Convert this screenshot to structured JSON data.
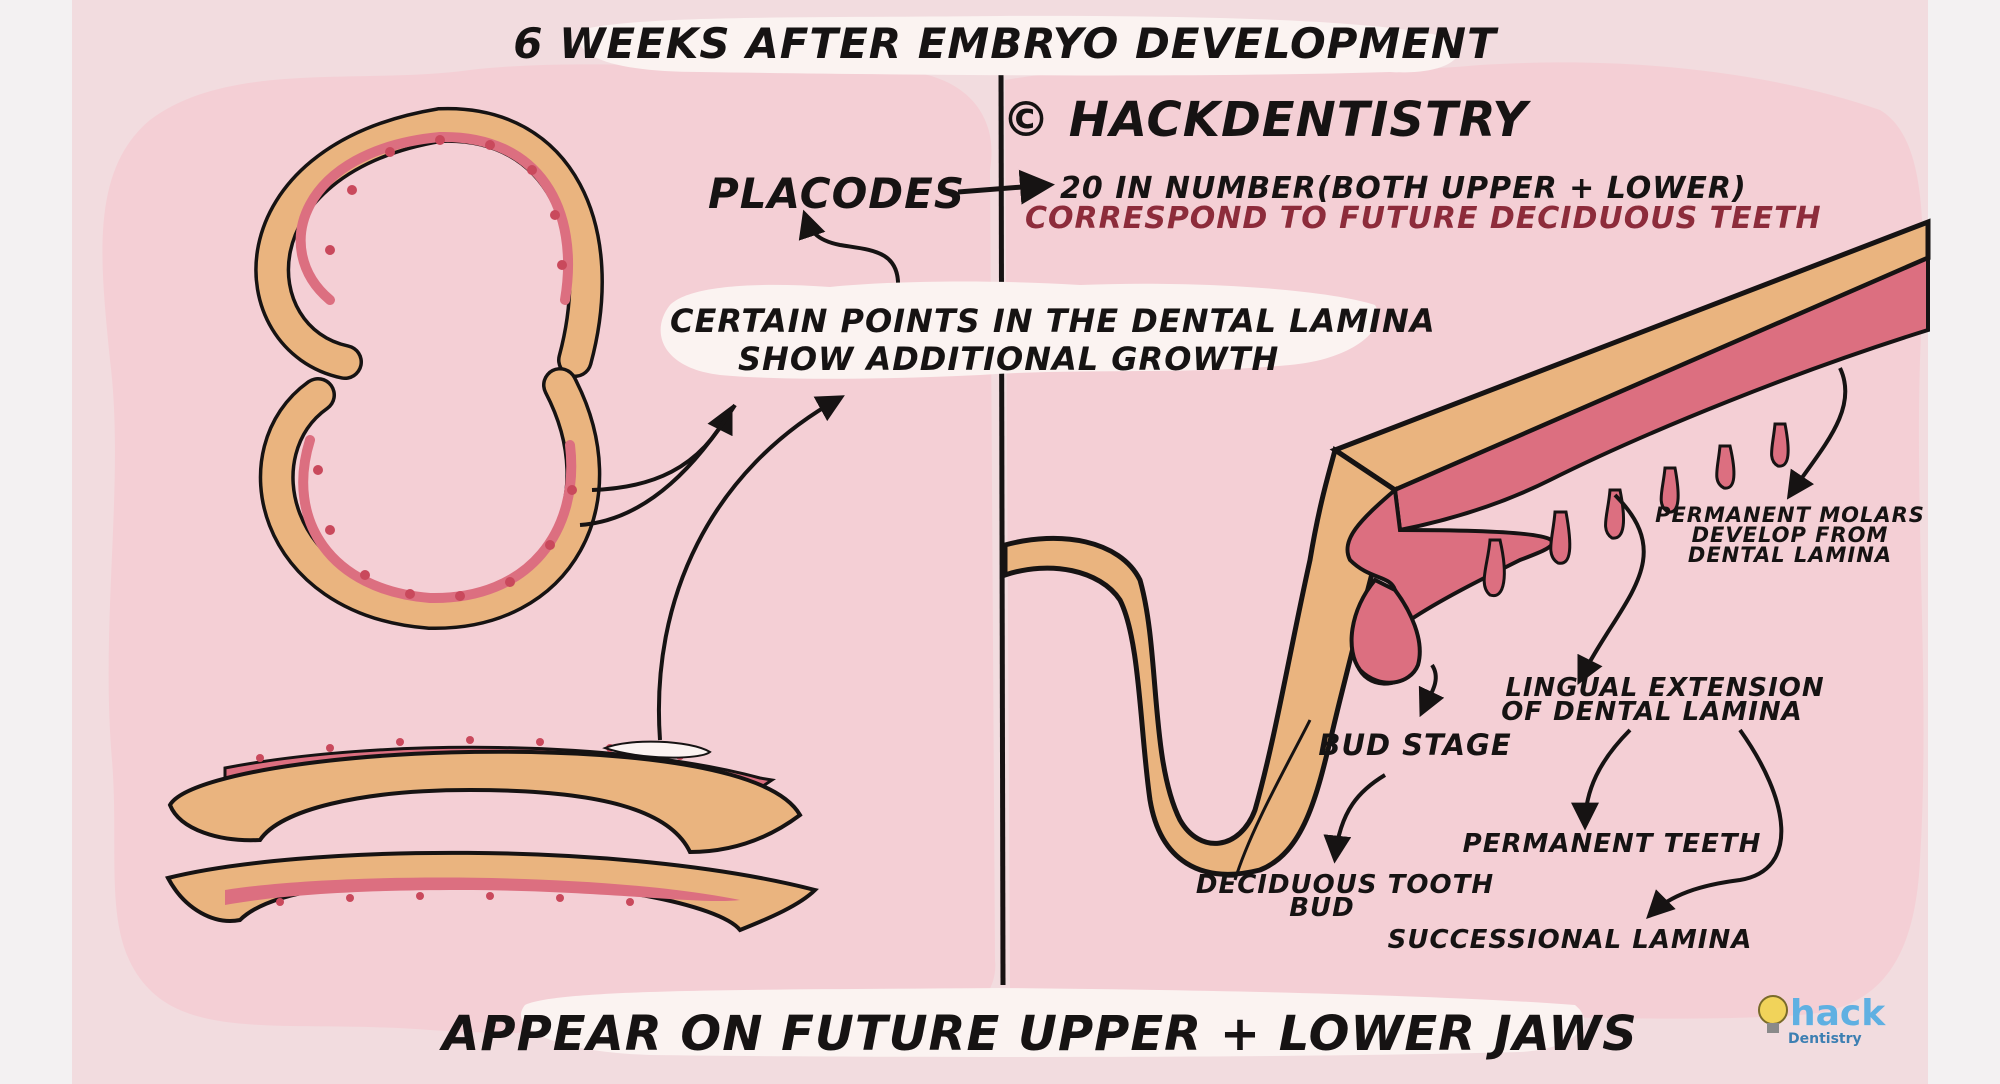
{
  "title": "6 WEEKS AFTER EMBRYO DEVELOPMENT",
  "copyright": "© HACKDENTISTRY",
  "placodes": {
    "label": "PLACODES",
    "line1": "20 IN NUMBER(BOTH UPPER + LOWER)",
    "line2": "CORRESPOND TO FUTURE DECIDUOUS TEETH"
  },
  "growth": {
    "line1": "CERTAIN POINTS IN THE DENTAL LAMINA",
    "line2": "SHOW ADDITIONAL GROWTH"
  },
  "labels": {
    "molars_1": "PERMANENT MOLARS",
    "molars_2": "DEVELOP FROM",
    "molars_3": "DENTAL LAMINA",
    "lingual_1": "LINGUAL EXTENSION",
    "lingual_2": "OF DENTAL LAMINA",
    "bud_stage": "BUD STAGE",
    "permanent_teeth": "PERMANENT TEETH",
    "deciduous_1": "DECIDUOUS TOOTH",
    "deciduous_2": "BUD",
    "successional": "SUCCESSIONAL LAMINA"
  },
  "footer": "APPEAR ON FUTURE UPPER + LOWER JAWS",
  "logo": {
    "main": "hack",
    "sub": "Dentistry"
  },
  "colors": {
    "background": "#f3f1f2",
    "panel": "#f2dcdf",
    "cloud": "#f4cfd5",
    "ectoderm": "#eab47f",
    "lamina": "#dc6f80",
    "dots": "#c9495c",
    "ink": "#161313",
    "accent_text": "#8d2c3b"
  }
}
